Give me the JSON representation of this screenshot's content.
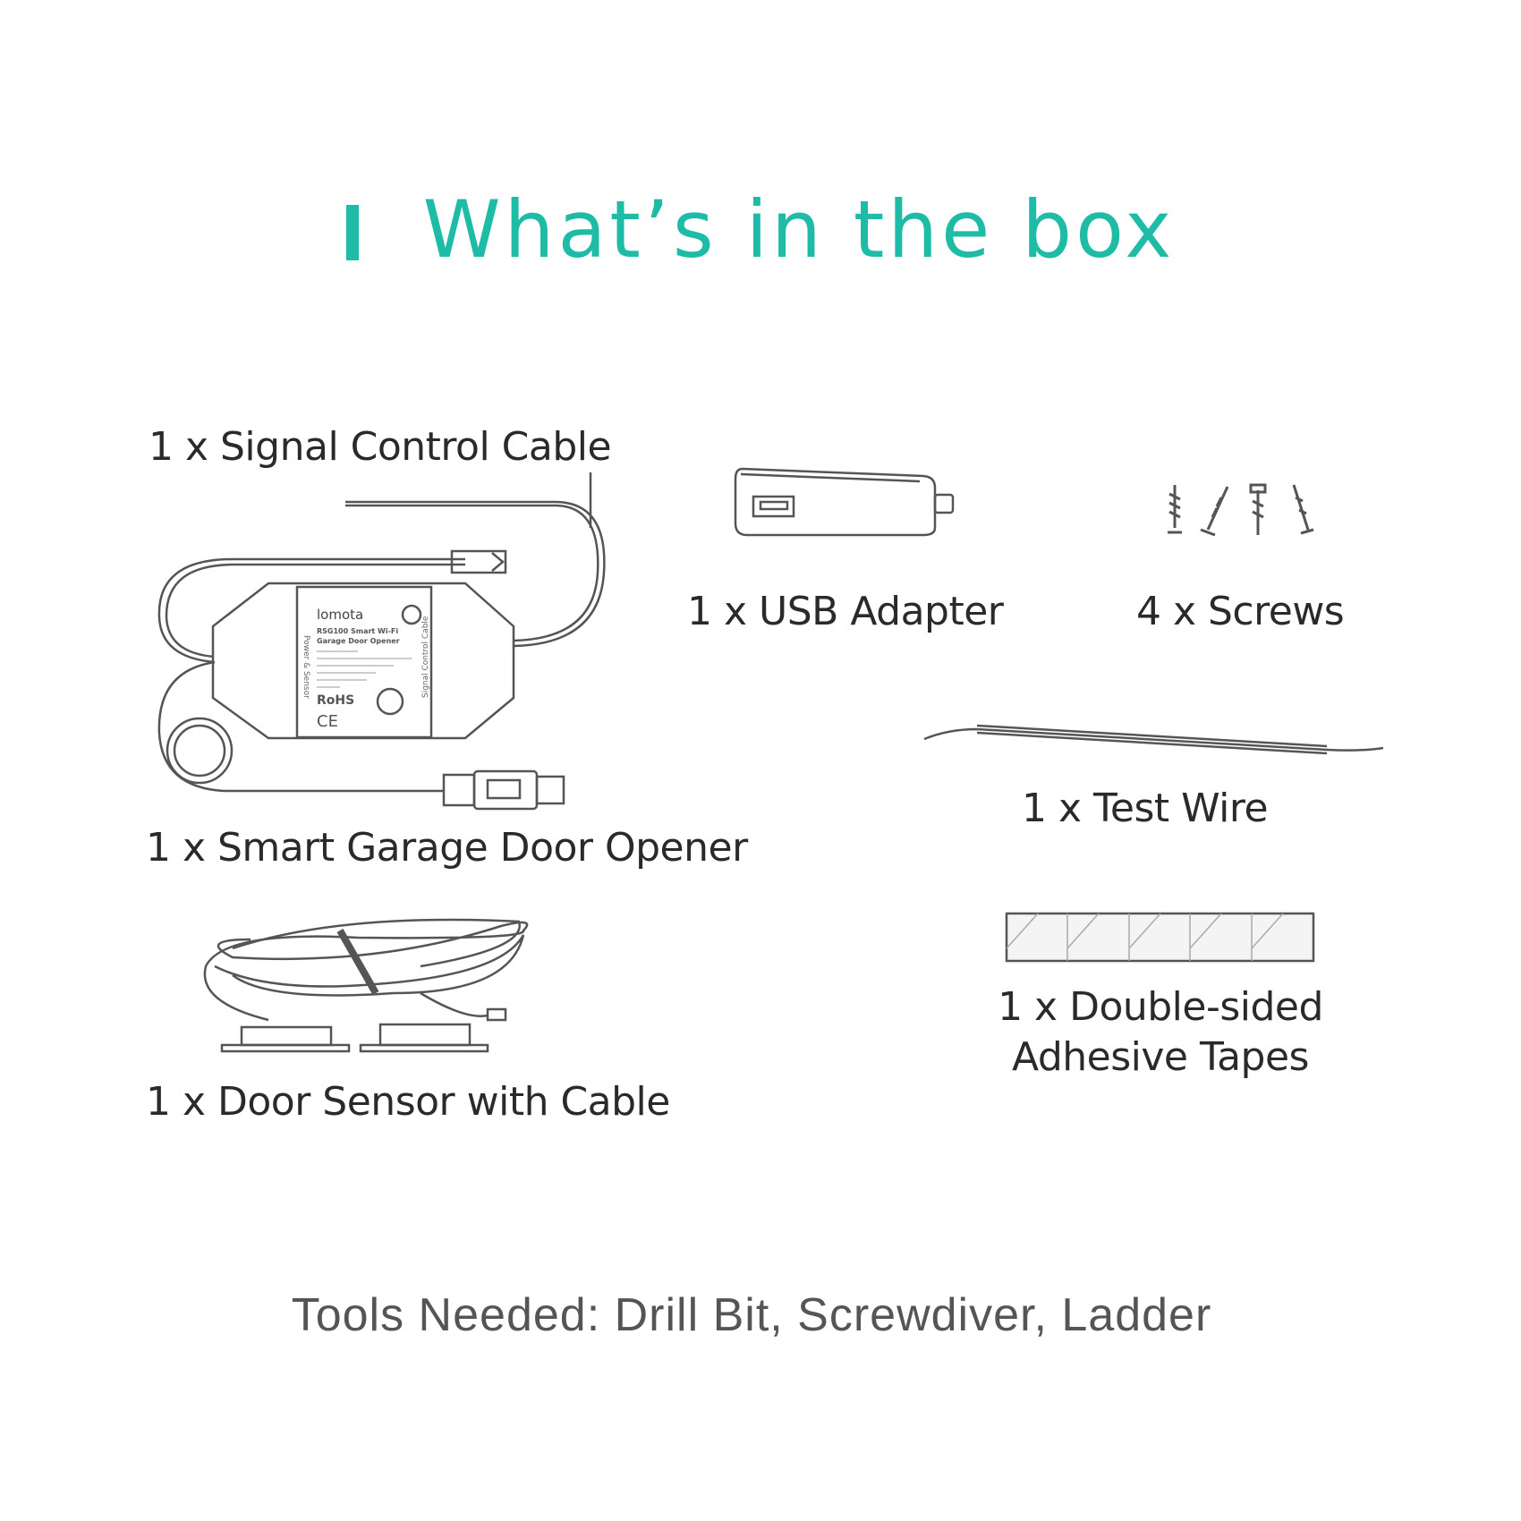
{
  "header": {
    "title": "What’s in the box",
    "accent_color": "#1ebba7"
  },
  "items": [
    {
      "label": "1 x Signal Control Cable"
    },
    {
      "label": "1 x USB Adapter"
    },
    {
      "label": "4 x Screws"
    },
    {
      "label": "1 x Test Wire"
    },
    {
      "label": "1 x Smart Garage Door Opener"
    },
    {
      "label": "1 x Door Sensor with Cable"
    },
    {
      "label_line1": "1 x Double-sided",
      "label_line2": "Adhesive Tapes"
    }
  ],
  "device_label": {
    "brand": "lomota",
    "model": "RSG100 Smart Wi-Fi",
    "product": "Garage Door Opener",
    "left_side": "Power & Sensor",
    "right_side": "Signal Control Cable",
    "rohs": "RoHS",
    "ce": "CE"
  },
  "footer": {
    "tools": "Tools Needed: Drill Bit, Screwdiver, Ladder"
  }
}
